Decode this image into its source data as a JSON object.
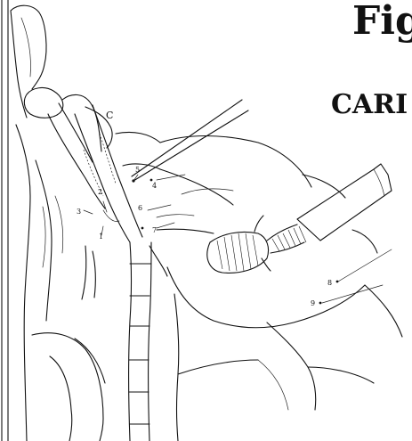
{
  "header": {
    "title": "Fig",
    "subtitle": "CARI"
  },
  "labels": {
    "c": "C",
    "n1": "1",
    "n2": "2",
    "n3": "3",
    "n4": "4",
    "n5": "5",
    "n6": "6",
    "n7": "7",
    "n8": "8",
    "n9": "9"
  }
}
